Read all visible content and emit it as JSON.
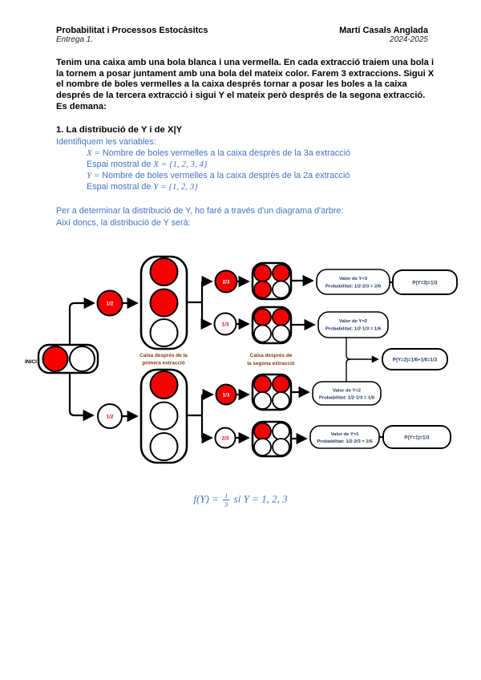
{
  "header": {
    "title": "Probabilitat i Processos Estocàsitcs",
    "author": "Martí Casals Anglada",
    "subtitle": "Entrega 1.",
    "year": "2024-2025"
  },
  "intro": {
    "text": "Tenim una caixa amb una bola blanca i una vermella. En cada extracció traiem una bola i la tornem a posar juntament amb una bola del mateix color. Farem 3 extraccions. Sigui X el nombre de boles vermelles a la caixa després tornar a posar les boles a la caixa després de la tercera extracció i sigui Y el mateix però després de la segona extracció. Es demana:"
  },
  "section1": {
    "heading": "1. La distribució de Y i de X|Y",
    "lead": "Identifiquem les variables:",
    "var_x_math": "X =",
    "var_x_text": " Nombre de boles vermelles a la caixa desprès de la 3a extracció",
    "space_x_text": "Espai mostral de ",
    "space_x_math": "X = {1, 2, 3, 4}",
    "var_y_math": "Y =",
    "var_y_text": " Nombre de boles vermelles a la caixa desprès de la 2a extracció",
    "space_y_text": "Espai mostral de ",
    "space_y_math": "Y = {1, 2, 3}",
    "tree_intro": "Per a determinar la distribució de Y, ho faré a través d'un diagrama d'arbre:",
    "dist_intro": "Així doncs, la distribució de Y serà:"
  },
  "diagram": {
    "start_label": "INICI",
    "first_box_caption": [
      "Caixa després de la",
      "primera extracció"
    ],
    "second_box_caption": [
      "Caixa després de",
      "la segona extracció"
    ],
    "probabilities": {
      "first_red": "1/2",
      "first_white": "1/2",
      "second_after_red_red": "2/3",
      "second_after_red_white": "1/3",
      "second_after_white_red": "1/3",
      "second_after_white_white": "2/3"
    },
    "callouts": [
      {
        "line1": "Valor de Y=3",
        "line2": "Probabilitat: 1/2·2/3 = 2/6"
      },
      {
        "line1": "Valor de Y=2",
        "line2": "Probabilitat: 1/2·1/3 = 1/6"
      },
      {
        "line1": "Valor de Y=2",
        "line2": "Probabilitat: 1/2·1/3 = 1/6"
      },
      {
        "line1": "Valor de Y=1",
        "line2": "Probabilitat: 1/2·2/3 = 2/6"
      }
    ],
    "results": [
      {
        "text": "P(Y=3)=1/3"
      },
      {
        "text": "P(Y=2)=1/6+1/6=1/3"
      },
      {
        "text": "P(Y=1)=1/3"
      }
    ]
  },
  "formula": {
    "lhs": "f(Y) =",
    "numerator": "1",
    "denominator": "3",
    "condition": "si Y =",
    "values": "1, 2, 3"
  },
  "colors": {
    "accent_blue": "#4472C4",
    "ball_red": "#F40000",
    "caption_maroon": "#843C0C",
    "callout_navy": "#1F3864"
  }
}
